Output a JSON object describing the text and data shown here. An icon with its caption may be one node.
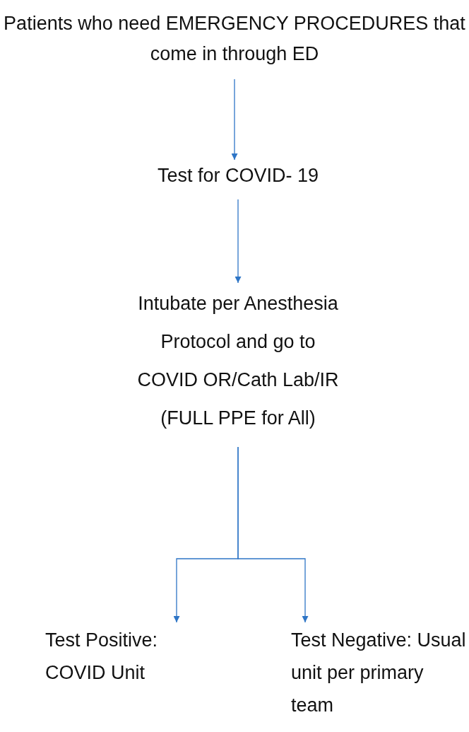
{
  "diagram": {
    "nodes": [
      {
        "text": [
          "Patients who need EMERGENCY PROCEDURES that come in through ED"
        ]
      },
      {
        "text": [
          "Test for COVID- 19"
        ]
      },
      {
        "text": [
          "Intubate per Anesthesia Protocol and go to COVID OR/Cath Lab/IR (FULL PPE for All)"
        ]
      },
      {
        "text": [
          "Test Positive: COVID Unit"
        ]
      },
      {
        "text": [
          "Test Negative: Usual unit per primary team"
        ]
      }
    ],
    "edges": [
      {
        "from": 0,
        "to": 1,
        "arrow": "to"
      },
      {
        "from": 1,
        "to": 2,
        "arrow": "to"
      },
      {
        "from": 2,
        "to": 3,
        "arrow": "to"
      },
      {
        "from": 2,
        "to": 4,
        "arrow": "to"
      }
    ]
  }
}
